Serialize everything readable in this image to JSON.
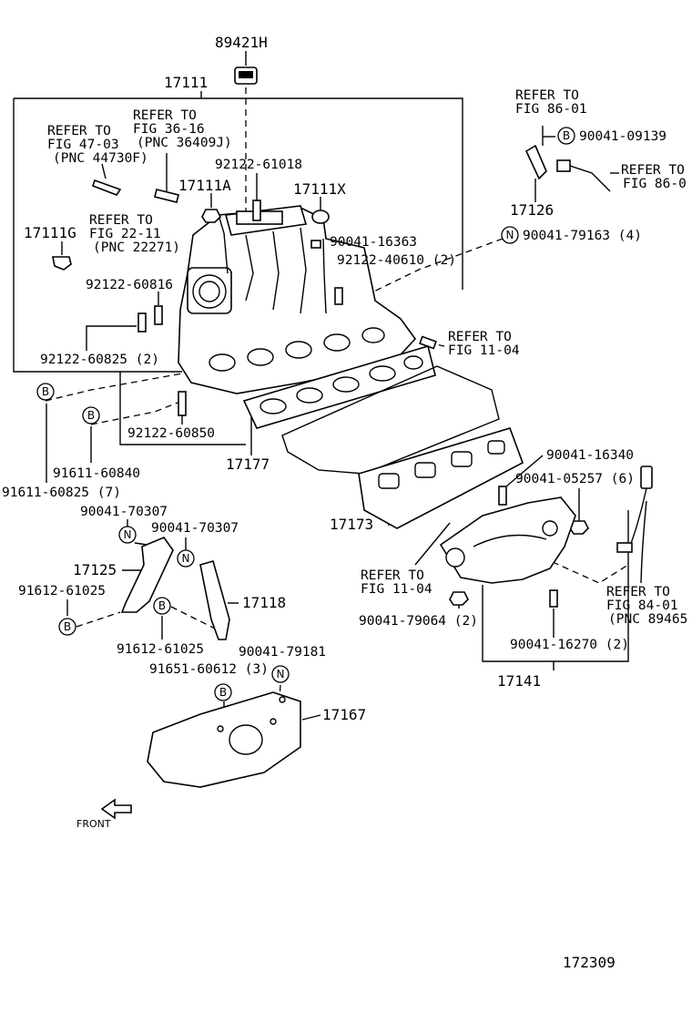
{
  "callouts": {
    "p89421H": "89421H",
    "p17111": "17111",
    "p47_1": "REFER TO",
    "p47_2": "FIG 47-03",
    "p47_3": "(PNC 44730F)",
    "p36_1": "REFER TO",
    "p36_2": "FIG 36-16",
    "p36_3": "(PNC 36409J)",
    "p17111A": "17111A",
    "p92122_61018": "92122-61018",
    "p17111X": "17111X",
    "p17111G": "17111G",
    "p22_1": "REFER TO",
    "p22_2": "FIG 22-11",
    "p22_3": "(PNC 22271)",
    "p90041_16363": "90041-16363",
    "p92122_40610": "92122-40610 (2)",
    "p92122_60816": "92122-60816",
    "p92122_60825": "92122-60825 (2)",
    "p92122_60850": "92122-60850",
    "p17177": "17177",
    "p11a_1": "REFER TO",
    "p11a_2": "FIG 11-04",
    "p86a_1": "REFER TO",
    "p86a_2": "FIG 86-01",
    "p90041_09139": "90041-09139",
    "p86b_1": "REFER TO",
    "p86b_2": "FIG 86-0",
    "p17126": "17126",
    "p90041_79163": "90041-79163 (4)",
    "p91611_60840": "91611-60840",
    "p91611_60825": "91611-60825 (7)",
    "p90041_16340": "90041-16340",
    "p90041_05257": "90041-05257 (6)",
    "p17173": "17173",
    "p11b_1": "REFER TO",
    "p11b_2": "FIG 11-04",
    "p90041_79064": "90041-79064 (2)",
    "p84_1": "REFER TO",
    "p84_2": "FIG 84-01",
    "p84_3": "(PNC 89465",
    "p90041_16270": "90041-16270 (2)",
    "p17141": "17141",
    "p90041_70307a": "90041-70307",
    "p90041_70307b": "90041-70307",
    "p17125": "17125",
    "p91612_61025a": "91612-61025",
    "p17118": "17118",
    "p91612_61025b": "91612-61025",
    "p90041_79181": "90041-79181",
    "p91651_60612": "91651-60612 (3)",
    "p17167": "17167",
    "front": "FRONT",
    "fig_number": "172309"
  },
  "circle_markers": {
    "B": "B",
    "N": "N"
  }
}
